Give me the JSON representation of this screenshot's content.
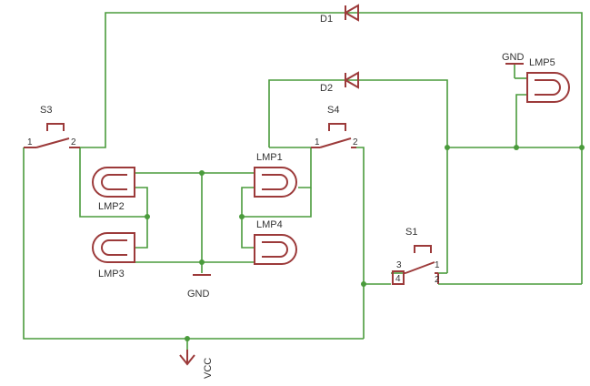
{
  "colors": {
    "wire": "#4a9b3c",
    "part": "#9c3a3a",
    "text": "#333333",
    "background": "#ffffff"
  },
  "diodes": {
    "d1": "D1",
    "d2": "D2"
  },
  "lamps": {
    "lmp1": "LMP1",
    "lmp2": "LMP2",
    "lmp3": "LMP3",
    "lmp4": "LMP4",
    "lmp5": "LMP5"
  },
  "switches": {
    "s1": "S1",
    "s3": "S3",
    "s4": "S4"
  },
  "pins": {
    "one": "1",
    "two": "2",
    "three": "3",
    "four": "4"
  },
  "nets": {
    "gnd": "GND",
    "vcc": "VCC"
  }
}
